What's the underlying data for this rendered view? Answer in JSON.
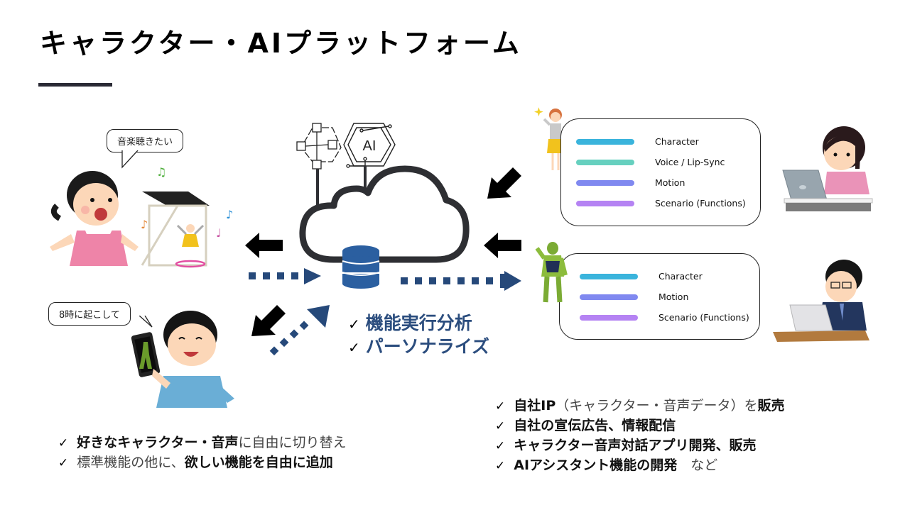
{
  "slide": {
    "title": "キャラクター・AIプラットフォーム"
  },
  "speech_bubbles": [
    {
      "id": "music",
      "text": "音楽聴きたい"
    },
    {
      "id": "wakeup",
      "text": "8時に起こして"
    }
  ],
  "cloud": {
    "icons": [
      "blockchain-network-icon",
      "ai-chip-icon",
      "cloud-icon",
      "database-icon"
    ],
    "ai_chip_text": "AI"
  },
  "center_features": [
    {
      "check": "✓",
      "text": "機能実行分析"
    },
    {
      "check": "✓",
      "text": "パーソナライズ"
    }
  ],
  "capability_boxes": [
    {
      "id": "idol-character",
      "items": [
        {
          "label": "Character",
          "color": "#3ab4dc"
        },
        {
          "label": "Voice / Lip-Sync",
          "color": "#66d0bf"
        },
        {
          "label": "Motion",
          "color": "#8089f0"
        },
        {
          "label": "Scenario (Functions)",
          "color": "#b583f3"
        }
      ]
    },
    {
      "id": "robot-character",
      "items": [
        {
          "label": "Character",
          "color": "#3ab4dc"
        },
        {
          "label": "Motion",
          "color": "#8089f0"
        },
        {
          "label": "Scenario (Functions)",
          "color": "#b583f3"
        }
      ]
    }
  ],
  "user_benefits": [
    {
      "check": "✓",
      "segments": [
        {
          "text": "好きなキャラクター・音声",
          "bold": true
        },
        {
          "text": "に自由に切り替え",
          "bold": false
        }
      ]
    },
    {
      "check": "✓",
      "segments": [
        {
          "text": "標準機能の他に、",
          "bold": false
        },
        {
          "text": "欲しい機能を自由に追加",
          "bold": true
        }
      ]
    }
  ],
  "business_benefits": [
    {
      "check": "✓",
      "segments": [
        {
          "text": "自社IP",
          "bold": true
        },
        {
          "text": "（キャラクター・音声データ）を",
          "bold": false
        },
        {
          "text": "販売",
          "bold": true
        }
      ]
    },
    {
      "check": "✓",
      "segments": [
        {
          "text": "自社の宣伝広告、情報配信",
          "bold": true
        }
      ]
    },
    {
      "check": "✓",
      "segments": [
        {
          "text": "キャラクター音声対話アプリ開発、販売",
          "bold": true
        }
      ]
    },
    {
      "check": "✓",
      "segments": [
        {
          "text": "AIアシスタント機能の開発",
          "bold": true
        },
        {
          "text": "　など",
          "bold": false
        }
      ]
    }
  ],
  "colors": {
    "flow_blue": "#26497a",
    "arrow_black": "#000000",
    "cloud_stroke": "#2e2f33",
    "db_blue": "#2b5fa0"
  }
}
